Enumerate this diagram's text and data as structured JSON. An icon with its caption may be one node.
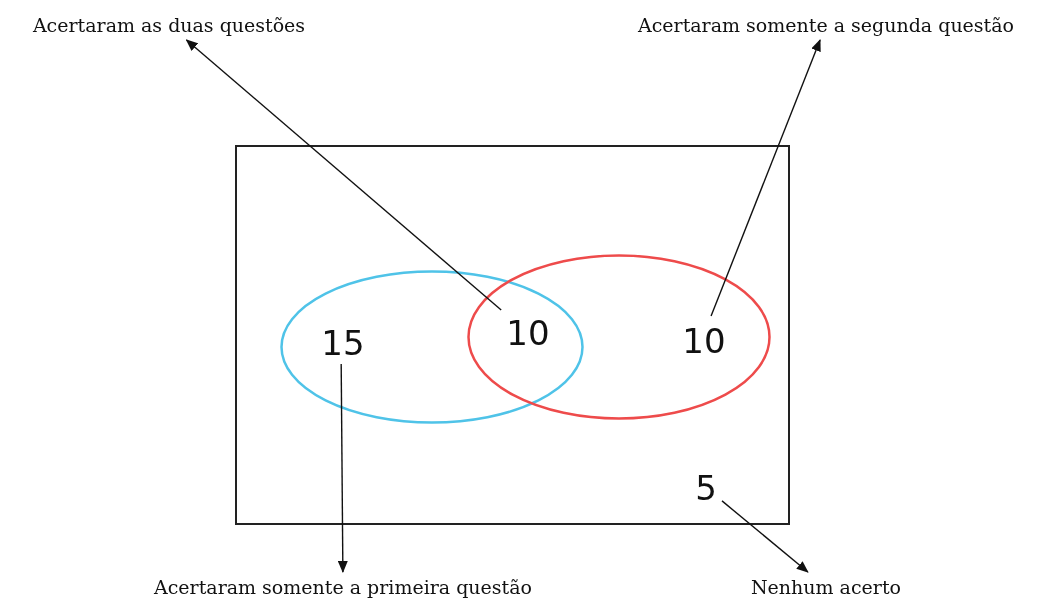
{
  "diagram": {
    "nodes": [
      {
        "text": [],
        "shape": "box"
      },
      {
        "text": [],
        "shape": "circle",
        "in": 0
      },
      {
        "text": [],
        "shape": "circle",
        "in": 0
      },
      {
        "text": [
          "15"
        ],
        "in": 1
      },
      {
        "text": [
          "10"
        ]
      },
      {
        "text": [
          "10"
        ],
        "in": 2
      },
      {
        "text": [
          "5"
        ],
        "in": 0
      },
      {
        "text": [
          "Acertaram as duas questões"
        ]
      },
      {
        "text": [
          "Acertaram somente a segunda questão"
        ]
      },
      {
        "text": [
          "Acertaram somente a primeira questão"
        ]
      },
      {
        "text": [
          "Nenhum acerto"
        ]
      }
    ],
    "edges": [
      {
        "from": 4,
        "to": 7,
        "arrow": "to"
      },
      {
        "from": 5,
        "to": 8,
        "arrow": "to"
      },
      {
        "from": 3,
        "to": 9,
        "arrow": "to"
      },
      {
        "from": 6,
        "to": 10,
        "arrow": "to"
      }
    ]
  }
}
